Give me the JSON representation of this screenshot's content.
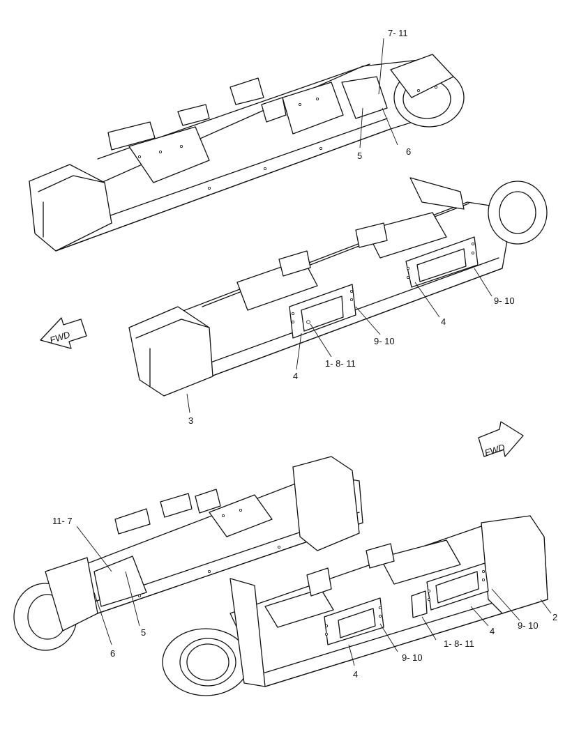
{
  "fwd_label": "FWD",
  "callouts": {
    "c_7_11": "7- 11",
    "c_5_a": "5",
    "c_6_a": "6",
    "c_9_10_a": "9- 10",
    "c_4_a": "4",
    "c_9_10_b": "9- 10",
    "c_1_8_11_a": "1- 8- 11",
    "c_4_b": "4",
    "c_3": "3",
    "c_11_7": "11- 7",
    "c_5_b": "5",
    "c_6_b": "6",
    "c_2": "2",
    "c_9_10_c": "9- 10",
    "c_4_c": "4",
    "c_1_8_11_b": "1- 8- 11",
    "c_9_10_d": "9- 10",
    "c_4_d": "4"
  }
}
